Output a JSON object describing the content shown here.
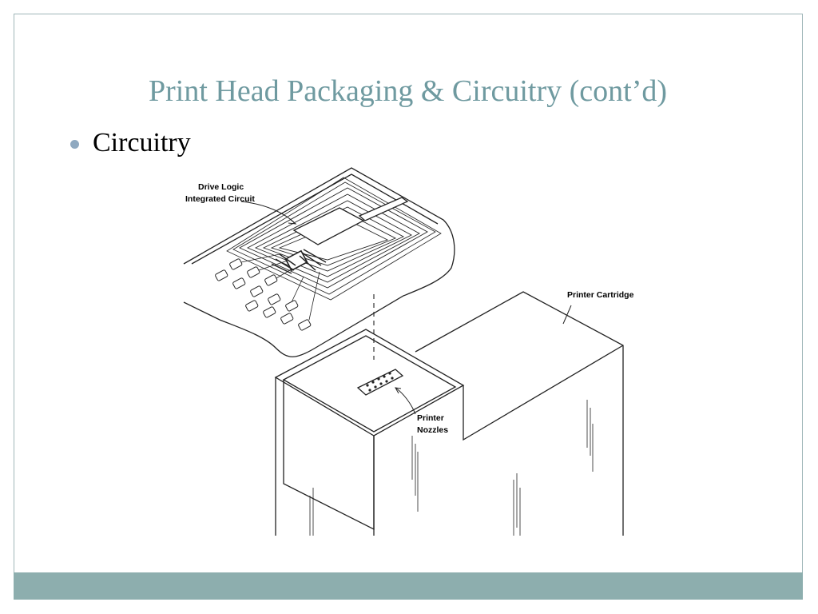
{
  "slide": {
    "title": "Print Head Packaging & Circuitry (cont’d)",
    "bullet": "Circuitry"
  },
  "figure": {
    "label_drive_logic_line1": "Drive Logic",
    "label_drive_logic_line2": "Integrated Circuit",
    "label_printer_cartridge": "Printer Cartridge",
    "label_nozzles_line1": "Printer",
    "label_nozzles_line2": "Nozzles"
  },
  "colors": {
    "title": "#6f9aa0",
    "footer_bar": "#8daeae",
    "bullet": "#8fa9c0"
  }
}
